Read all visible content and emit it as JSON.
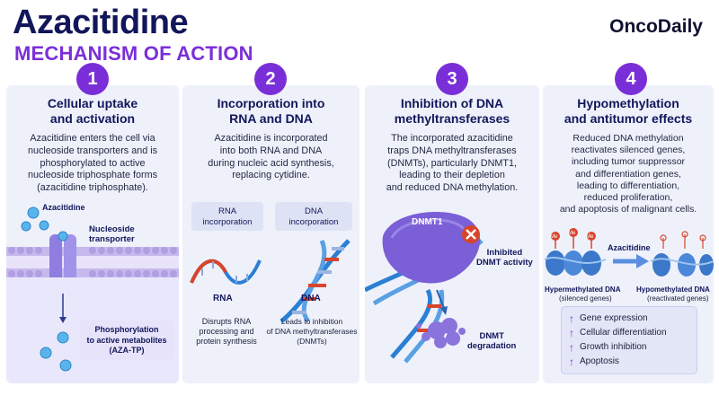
{
  "header": {
    "title": "Azacitidine",
    "subtitle": "MECHANISM OF ACTION",
    "brand": "OncoDaily"
  },
  "colors": {
    "navy": "#12165a",
    "purple": "#7a2ed8",
    "panel": "#eef1fa",
    "dna_blue": "#2b7fd4",
    "base_red": "#d9452c"
  },
  "panels": [
    {
      "number": "1",
      "title": "Cellular uptake\nand activation",
      "description": "Azacitidine enters the cell via\nnucleoside transporters and is\nphosphorylated to active\nnucleoside triphosphate forms\n(azacitidine triphosphate).",
      "labels": {
        "drug": "Azacitidine",
        "transporter": "Nucleoside\ntransporter",
        "phosphorylation": "Phosphorylation\nto active metabolites\n(AZA-TP)"
      }
    },
    {
      "number": "2",
      "title": "Incorporation into\nRNA and DNA",
      "description": "Azacitidine is incorporated\ninto both RNA and DNA\nduring nucleic acid synthesis,\nreplacing cytidine.",
      "labels": {
        "rna_box": "RNA\nincorporation",
        "dna_box": "DNA\nincorporation",
        "rna": "RNA",
        "dna": "DNA",
        "rna_effect": "Disrupts RNA\nprocessing and\nprotein synthesis",
        "dna_effect": "Leads to inhibition\nof DNA methyltransferases\n(DNMTs)"
      }
    },
    {
      "number": "3",
      "title": "Inhibition of DNA\nmethyltransferases",
      "description": "The incorporated azacitidine\ntraps DNA methyltransferases\n(DNMTs), particularly DNMT1,\nleading to their depletion\nand reduced DNA methylation.",
      "labels": {
        "enzyme": "DNMT1",
        "inhibited": "Inhibited\nDNMT activity",
        "degradation": "DNMT\ndegradation"
      }
    },
    {
      "number": "4",
      "title": "Hypomethylation\nand antitumor effects",
      "description": "Reduced DNA methylation\nreactivates silenced genes,\nincluding tumor suppressor\nand differentiation genes,\nleading to differentiation,\nreduced proliferation,\nand apoptosis of malignant cells.",
      "labels": {
        "drug": "Azacitidine",
        "methyl_mark": "Me",
        "hyper": "Hypermethylated DNA",
        "hyper_sub": "(silenced genes)",
        "hypo": "Hypomethylated DNA",
        "hypo_sub": "(reactivated genes)"
      },
      "effects": [
        "Gene expression",
        "Cellular differentiation",
        "Growth inhibition",
        "Apoptosis"
      ]
    }
  ]
}
